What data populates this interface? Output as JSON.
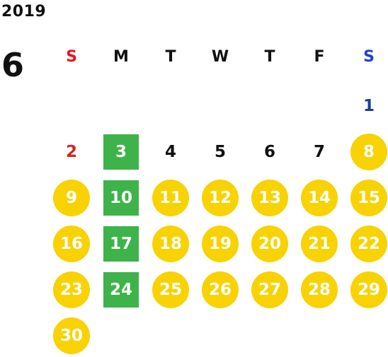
{
  "calendar": {
    "year": "2019",
    "month": "6",
    "weekdays": [
      "S",
      "M",
      "T",
      "W",
      "T",
      "F",
      "S"
    ],
    "colors": {
      "sunday_label": "#e8141e",
      "saturday_label": "#1f3fd6",
      "weekday_label": "#111111",
      "holiday_circle": "#f8d202",
      "highlight_square": "#3db34a",
      "day_text": "#111111",
      "marked_day_text": "#ffffff",
      "sunday_day_text": "#d4261f",
      "saturday_day_text": "#1e3f8e"
    },
    "days": [
      {
        "d": "1",
        "row": 0,
        "col": 6,
        "style": "plain"
      },
      {
        "d": "2",
        "row": 1,
        "col": 0,
        "style": "plain"
      },
      {
        "d": "3",
        "row": 1,
        "col": 1,
        "style": "square"
      },
      {
        "d": "4",
        "row": 1,
        "col": 2,
        "style": "plain"
      },
      {
        "d": "5",
        "row": 1,
        "col": 3,
        "style": "plain"
      },
      {
        "d": "6",
        "row": 1,
        "col": 4,
        "style": "plain"
      },
      {
        "d": "7",
        "row": 1,
        "col": 5,
        "style": "plain"
      },
      {
        "d": "8",
        "row": 1,
        "col": 6,
        "style": "circle"
      },
      {
        "d": "9",
        "row": 2,
        "col": 0,
        "style": "circle"
      },
      {
        "d": "10",
        "row": 2,
        "col": 1,
        "style": "square"
      },
      {
        "d": "11",
        "row": 2,
        "col": 2,
        "style": "circle"
      },
      {
        "d": "12",
        "row": 2,
        "col": 3,
        "style": "circle"
      },
      {
        "d": "13",
        "row": 2,
        "col": 4,
        "style": "circle"
      },
      {
        "d": "14",
        "row": 2,
        "col": 5,
        "style": "circle"
      },
      {
        "d": "15",
        "row": 2,
        "col": 6,
        "style": "circle"
      },
      {
        "d": "16",
        "row": 3,
        "col": 0,
        "style": "circle"
      },
      {
        "d": "17",
        "row": 3,
        "col": 1,
        "style": "square"
      },
      {
        "d": "18",
        "row": 3,
        "col": 2,
        "style": "circle"
      },
      {
        "d": "19",
        "row": 3,
        "col": 3,
        "style": "circle"
      },
      {
        "d": "20",
        "row": 3,
        "col": 4,
        "style": "circle"
      },
      {
        "d": "21",
        "row": 3,
        "col": 5,
        "style": "circle"
      },
      {
        "d": "22",
        "row": 3,
        "col": 6,
        "style": "circle"
      },
      {
        "d": "23",
        "row": 4,
        "col": 0,
        "style": "circle"
      },
      {
        "d": "24",
        "row": 4,
        "col": 1,
        "style": "square"
      },
      {
        "d": "25",
        "row": 4,
        "col": 2,
        "style": "circle"
      },
      {
        "d": "26",
        "row": 4,
        "col": 3,
        "style": "circle"
      },
      {
        "d": "27",
        "row": 4,
        "col": 4,
        "style": "circle"
      },
      {
        "d": "28",
        "row": 4,
        "col": 5,
        "style": "circle"
      },
      {
        "d": "29",
        "row": 4,
        "col": 6,
        "style": "circle"
      },
      {
        "d": "30",
        "row": 5,
        "col": 0,
        "style": "circle"
      }
    ]
  }
}
